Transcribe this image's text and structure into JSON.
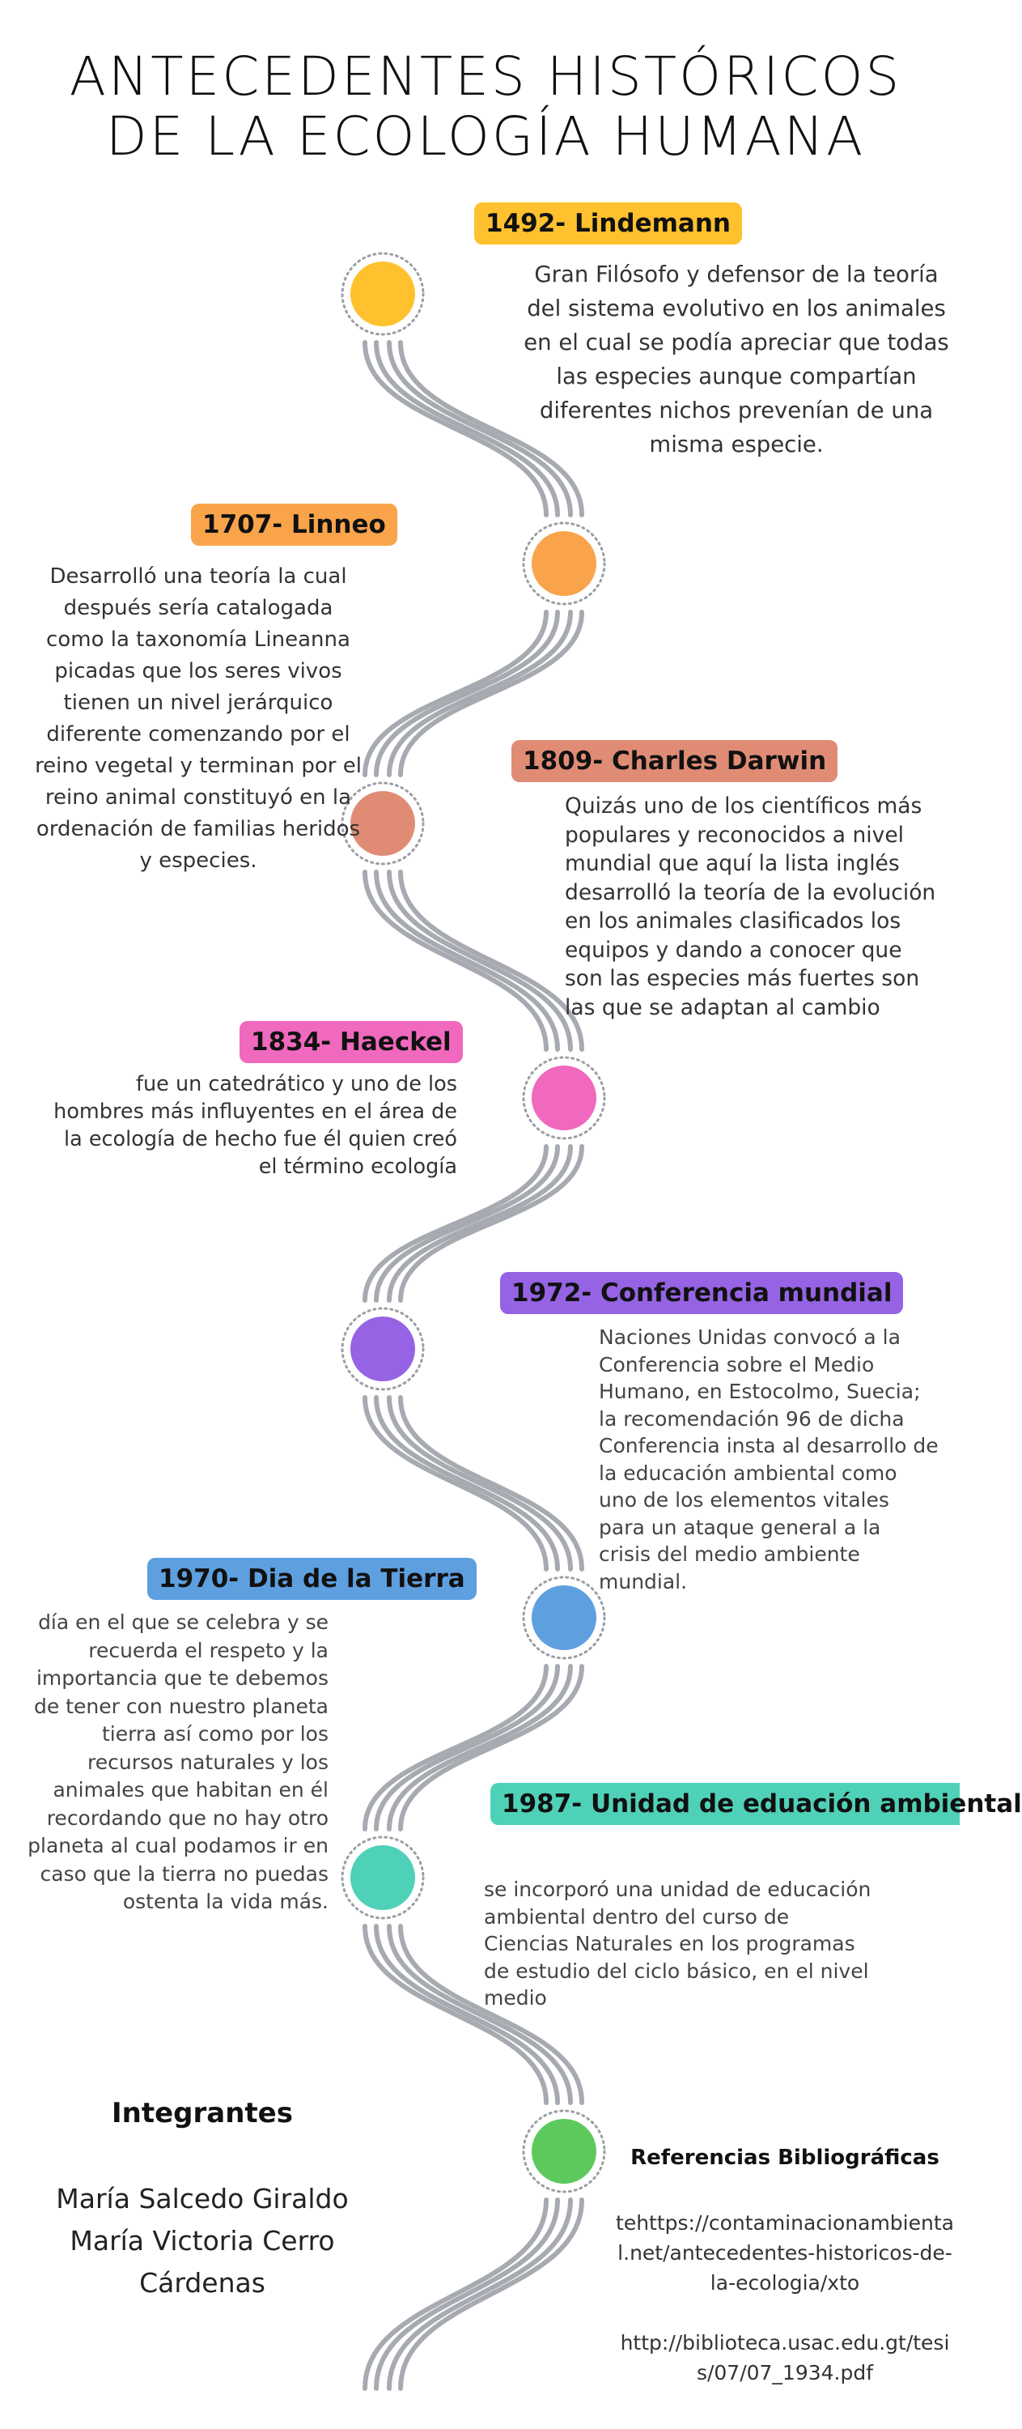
{
  "title": {
    "line1": "ANTECEDENTES HISTÓRICOS",
    "line2": "DE LA ECOLOGÍA HUMANA"
  },
  "events": [
    {
      "label": "1492- Lindemann",
      "color": "#FFC12E",
      "description": "Gran Filósofo  y defensor de la teoría del sistema evolutivo en los animales en el cual se podía apreciar  que todas las especies aunque compartían diferentes nichos prevenían de una misma especie."
    },
    {
      "label": "1707- Linneo",
      "color": "#F9A44B",
      "description": "Desarrolló una teoría la cual después sería catalogada como la taxonomía Lineanna picadas que los seres vivos tienen un nivel jerárquico diferente comenzando por el reino vegetal y terminan por el reino animal constituyó en la ordenación de familias heridos y especies."
    },
    {
      "label": "1809- Charles Darwin",
      "color": "#E08C75",
      "description": "Quizás uno de los científicos más populares y reconocidos a nivel mundial que aquí la lista inglés desarrolló la teoría de la evolución en los animales clasificados los equipos y dando a conocer que son las especies más fuertes son las que se adaptan al cambio"
    },
    {
      "label": "1834- Haeckel",
      "color": "#F069BE",
      "description": "fue un catedrático y uno de los hombres más influyentes en el área de la ecología de hecho fue él quien creó el término ecología"
    },
    {
      "label": "1972- Conferencia mundial",
      "color": "#9563E3",
      "description": "Naciones Unidas convocó a la Conferencia sobre el Medio Humano, en Estocolmo, Suecia; la recomendación 96 de dicha Conferencia insta al desarrollo de la educación ambiental como uno de los elementos vitales para un ataque general a la crisis del medio ambiente mundial."
    },
    {
      "label": "1970- Dia de la Tierra",
      "color": "#5E9FE0",
      "description": "día en el que se celebra y se recuerda el respeto y la importancia que te debemos de tener con nuestro planeta tierra así como por los recursos naturales y los animales que habitan en él recordando que no hay otro planeta al cual podamos ir en caso que la tierra no puedas ostenta la vida más."
    },
    {
      "label": "1987- Unidad de eduación ambiental",
      "color": "#4FD1B8",
      "description": "se incorporó una unidad de educación ambiental dentro del curso de Ciencias Naturales en los programas de estudio del ciclo básico, en el nivel medio"
    }
  ],
  "final_node_color": "#5DC95D",
  "integrantes": {
    "heading": "Integrantes",
    "members": [
      "María Salcedo Giraldo",
      "María Victoria Cerro",
      "Cárdenas"
    ]
  },
  "references": {
    "heading": "Referencias Bibliográficas",
    "items": [
      "tehttps://contaminacionambiental.net/antecedentes-historicos-de-la-ecologia/xto",
      "http://biblioteca.usac.edu.gt/tesis/07/07_1934.pdf"
    ]
  }
}
